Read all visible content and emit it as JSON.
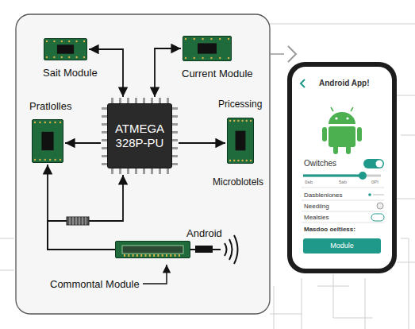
{
  "diagram": {
    "nodes": [
      {
        "text": [
          "Sait Module"
        ]
      },
      {
        "text": [
          "Current Module"
        ]
      },
      {
        "text": [
          "Pratlolles"
        ]
      },
      {
        "text": [
          "ATMEGA 328P-PU"
        ]
      },
      {
        "text": [
          "Pricessing",
          "Microblotels"
        ]
      },
      {
        "text": [
          "Commontal Module"
        ]
      },
      {
        "text": [
          "Android App!",
          "Owitches",
          "Dasbleniones",
          "Neediing",
          "Mealsies",
          "Masdoo oeltiess:"
        ]
      },
      {
        "text": [
          "Module"
        ],
        "in": 6
      }
    ],
    "edges": [
      {
        "from": 3,
        "to": 0,
        "arrow": "both"
      },
      {
        "from": 3,
        "to": 1,
        "arrow": "both"
      },
      {
        "from": 3,
        "to": 2,
        "arrow": "to"
      },
      {
        "from": 3,
        "to": 4,
        "arrow": "to"
      },
      {
        "from": 5,
        "to": 2,
        "arrow": "to"
      },
      {
        "from": 5,
        "to": 3,
        "arrow": "to"
      }
    ],
    "labels": [
      "Android",
      "0ab",
      "5ab",
      "0PI"
    ]
  }
}
